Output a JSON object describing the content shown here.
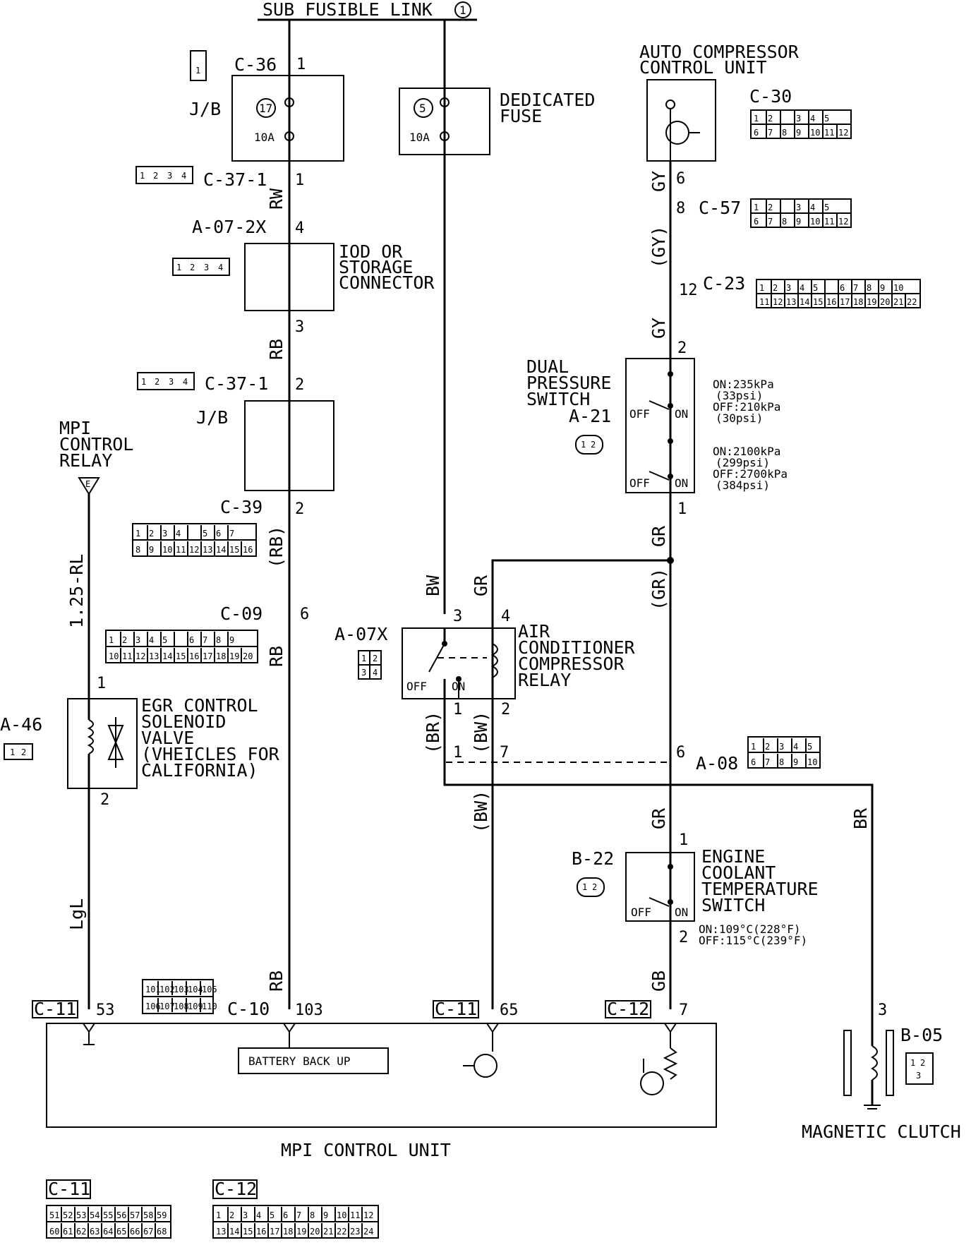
{
  "diagram": {
    "top_label": "SUB FUSIBLE LINK",
    "top_label_num": "1",
    "fuse_jb": {
      "circle": "17",
      "rating": "10A",
      "label": "J/B"
    },
    "fuse_ded": {
      "circle": "5",
      "rating": "10A",
      "label_line1": "DEDICATED",
      "label_line2": "FUSE"
    },
    "connectors": {
      "c36": "C-36",
      "c37_1a": "C-37-1",
      "a07_2x": "A-07-2X",
      "c37_1b": "C-37-1",
      "c39": "C-39",
      "c09": "C-09",
      "a07x": "A-07X",
      "a46": "A-46",
      "c30": "C-30",
      "c57": "C-57",
      "c23": "C-23",
      "a21": "A-21",
      "a08": "A-08",
      "b22": "B-22",
      "b05": "B-05",
      "c10": "C-10",
      "c11": "C-11",
      "c12": "C-12"
    },
    "components": {
      "iod_line1": "IOD OR",
      "iod_line2": "STORAGE",
      "iod_line3": "CONNECTOR",
      "jb2": "J/B",
      "mpi_relay_line1": "MPI",
      "mpi_relay_line2": "CONTROL",
      "mpi_relay_line3": "RELAY",
      "mpi_relay_tag": "E",
      "egr_line1": "EGR CONTROL",
      "egr_line2": "SOLENOID",
      "egr_line3": "VALVE",
      "egr_line4": "(VHEICLES FOR",
      "egr_line5": "CALIFORNIA)",
      "acu_line1": "AUTO COMPRESSOR",
      "acu_line2": "CONTROL UNIT",
      "dps_line1": "DUAL",
      "dps_line2": "PRESSURE",
      "dps_line3": "SWITCH",
      "dps_spec1": [
        "ON:235kPa",
        "(33psi)",
        "OFF:210kPa",
        "(30psi)"
      ],
      "dps_spec2": [
        "ON:2100kPa",
        "(299psi)",
        "OFF:2700kPa",
        "(384psi)"
      ],
      "acr_line1": "AIR",
      "acr_line2": "CONDITIONER",
      "acr_line3": "COMPRESSOR",
      "acr_line4": "RELAY",
      "ect_line1": "ENGINE",
      "ect_line2": "COOLANT",
      "ect_line3": "TEMPERATURE",
      "ect_line4": "SWITCH",
      "ect_spec1": "ON:109°C(228°F)",
      "ect_spec2": "OFF:115°C(239°F)",
      "battery": "BATTERY BACK UP",
      "mpi_unit": "MPI CONTROL UNIT",
      "clutch": "MAGNETIC CLUTCH",
      "off": "OFF",
      "on": "ON"
    },
    "wires": {
      "rw": "RW",
      "rb": "RB",
      "rb_p": "(RB)",
      "rb2": "RB",
      "rb3": "RB",
      "rl": "1.25-RL",
      "lgl": "LgL",
      "bw": "BW",
      "gr": "GR",
      "br_p": "(BR)",
      "bw_p": "(BW)",
      "bw_p2": "(BW)",
      "gy": "GY",
      "gy_p": "(GY)",
      "gy2": "GY",
      "gr2": "GR",
      "gr_p": "(GR)",
      "gr3": "GR",
      "gb": "GB",
      "br": "BR"
    },
    "pins": {
      "p1a": "1",
      "p1b": "1",
      "p4": "4",
      "p3": "3",
      "p2a": "2",
      "p2b": "2",
      "p6": "6",
      "egr1": "1",
      "egr2": "2",
      "r3": "3",
      "r4": "4",
      "r1": "1",
      "r2": "2",
      "a08_1": "1",
      "a08_7": "7",
      "a08_6": "6",
      "g6": "6",
      "g8": "8",
      "g12": "12",
      "d2": "2",
      "d1": "1",
      "e1": "1",
      "e2": "2",
      "m3": "3",
      "u53": "53",
      "u103": "103",
      "u65": "65",
      "u7": "7"
    },
    "conn_pins": {
      "c36": [
        "1"
      ],
      "c37": [
        "1",
        "2",
        "3",
        "4"
      ],
      "c39_r1": [
        "1",
        "2",
        "3",
        "4",
        "",
        "5",
        "6",
        "7"
      ],
      "c39_r2": [
        "8",
        "9",
        "10",
        "11",
        "12",
        "13",
        "14",
        "15",
        "16"
      ],
      "c09_r1": [
        "1",
        "2",
        "3",
        "4",
        "5",
        "",
        "6",
        "7",
        "8",
        "9"
      ],
      "c09_r2": [
        "10",
        "11",
        "12",
        "13",
        "14",
        "15",
        "16",
        "17",
        "18",
        "19",
        "20"
      ],
      "a07x": [
        "1",
        "2",
        "3",
        "4"
      ],
      "a46": [
        "1",
        "2"
      ],
      "c30_r1": [
        "1",
        "2",
        "",
        "3",
        "4",
        "5"
      ],
      "c30_r2": [
        "6",
        "7",
        "8",
        "9",
        "10",
        "11",
        "12"
      ],
      "c23_r1": [
        "1",
        "2",
        "3",
        "4",
        "5",
        "",
        "6",
        "7",
        "8",
        "9",
        "10"
      ],
      "c23_r2": [
        "11",
        "12",
        "13",
        "14",
        "15",
        "16",
        "17",
        "18",
        "19",
        "20",
        "21",
        "22"
      ],
      "a21": [
        "1",
        "2"
      ],
      "a08_r1": [
        "1",
        "2",
        "3",
        "4",
        "5"
      ],
      "a08_r2": [
        "6",
        "7",
        "8",
        "9",
        "10"
      ],
      "b22": [
        "1",
        "2"
      ],
      "b05": [
        "1",
        "2",
        "3"
      ],
      "c10_r1": [
        "101",
        "102",
        "103",
        "104",
        "105"
      ],
      "c10_r2": [
        "106",
        "107",
        "108",
        "109",
        "110"
      ],
      "c11_r1": [
        "51",
        "52",
        "53",
        "54",
        "55",
        "56",
        "57",
        "58",
        "59"
      ],
      "c11_r2": [
        "60",
        "61",
        "62",
        "63",
        "64",
        "65",
        "66",
        "67",
        "68"
      ],
      "c12_r1": [
        "1",
        "2",
        "3",
        "4",
        "5",
        "6",
        "7",
        "8",
        "9",
        "10",
        "11",
        "12"
      ],
      "c12_r2": [
        "13",
        "14",
        "15",
        "16",
        "17",
        "18",
        "19",
        "20",
        "21",
        "22",
        "23",
        "24"
      ]
    }
  }
}
